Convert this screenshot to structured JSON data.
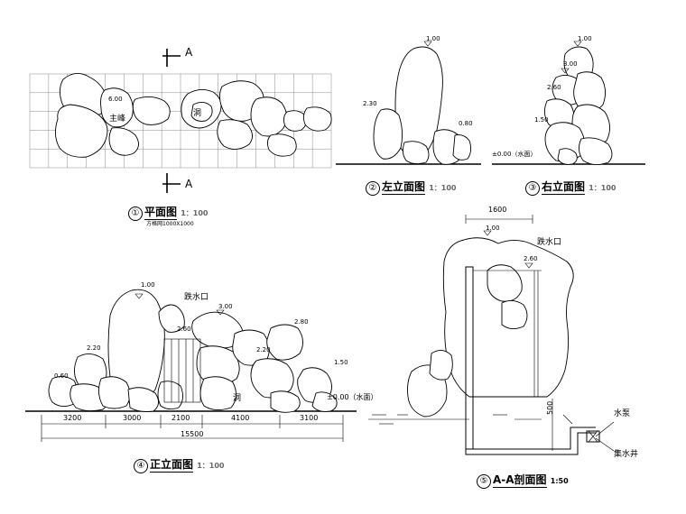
{
  "plan": {
    "section_marker": "A",
    "elev_top": "6.00",
    "main_peak": "主峰",
    "cave": "洞",
    "title_num": "①",
    "title": "平面图",
    "scale": "1：100",
    "note": "方格网1000X1000"
  },
  "left_elev": {
    "elev_top": "1.00",
    "elev_left": "2.30",
    "elev_right": "0.80",
    "title_num": "②",
    "title": "左立面图",
    "scale": "1：100"
  },
  "right_elev": {
    "elev_top": "1.00",
    "elev_2": "3.00",
    "elev_3": "2.60",
    "elev_4": "1.50",
    "water_level": "±0.00（水面）",
    "title_num": "③",
    "title": "右立面图",
    "scale": "1：100"
  },
  "front_elev": {
    "elev_top": "1.00",
    "outlet": "跌水口",
    "elev_260": "2.60",
    "elev_300": "3.00",
    "elev_280": "2.80",
    "elev_220a": "2.20",
    "elev_220b": "2.20",
    "elev_080": "0.60",
    "elev_150": "1.50",
    "cave": "洞",
    "water_level": "±0.00（水面）",
    "dims": [
      "3200",
      "3000",
      "2100",
      "4100",
      "3100"
    ],
    "total": "15500",
    "title_num": "④",
    "title": "正立面图",
    "scale": "1：100"
  },
  "section": {
    "width_dim": "1600",
    "elev_top": "1.00",
    "outlet": "跌水口",
    "elev_260": "2.60",
    "depth_dim": "500",
    "pump": "水泵",
    "collect": "集水井",
    "title_num": "⑤",
    "title": "A-A剖面图",
    "scale": "1:50"
  }
}
